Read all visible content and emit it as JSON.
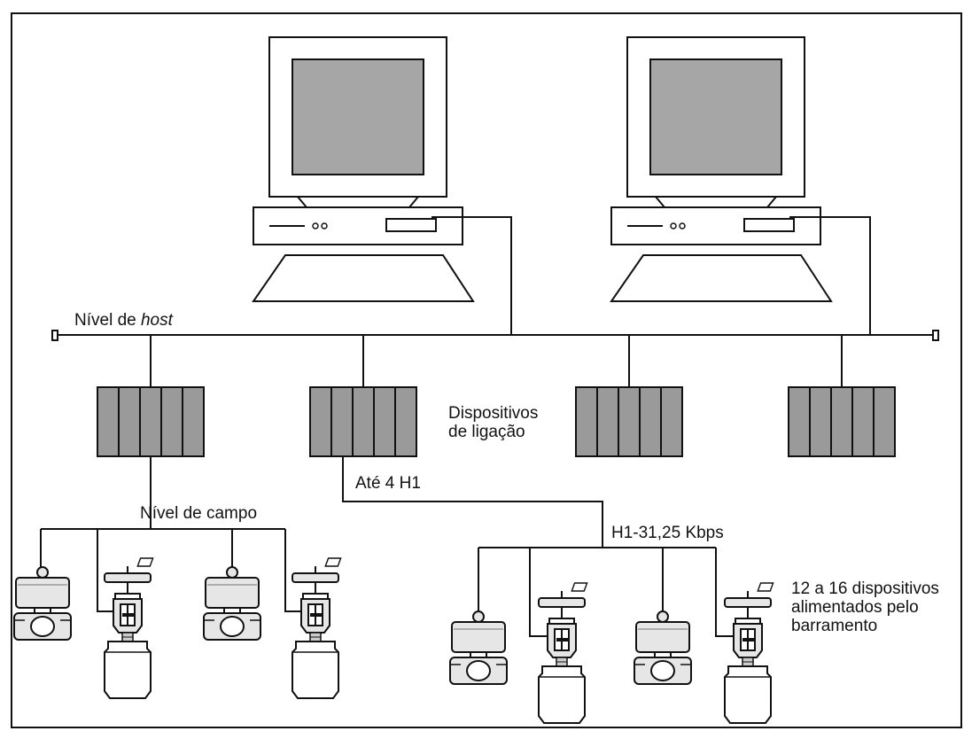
{
  "labels": {
    "host_level_prefix": "Nível de ",
    "host_level_word": "host",
    "linking_devices_line1": "Dispositivos",
    "linking_devices_line2": "de ligação",
    "up_to_4_h1": "Até 4 H1",
    "field_level": "Nível de campo",
    "h1_speed": "H1-31,25 Kbps",
    "bus_powered_line1": "12 a 16 dispositivos",
    "bus_powered_line2": "alimentados pelo",
    "bus_powered_line3": "barramento"
  },
  "colors": {
    "line": "#111111",
    "screen_fill": "#a6a6a6",
    "module_fill": "#9a9a9a",
    "device_fill": "#e6e6e6"
  }
}
